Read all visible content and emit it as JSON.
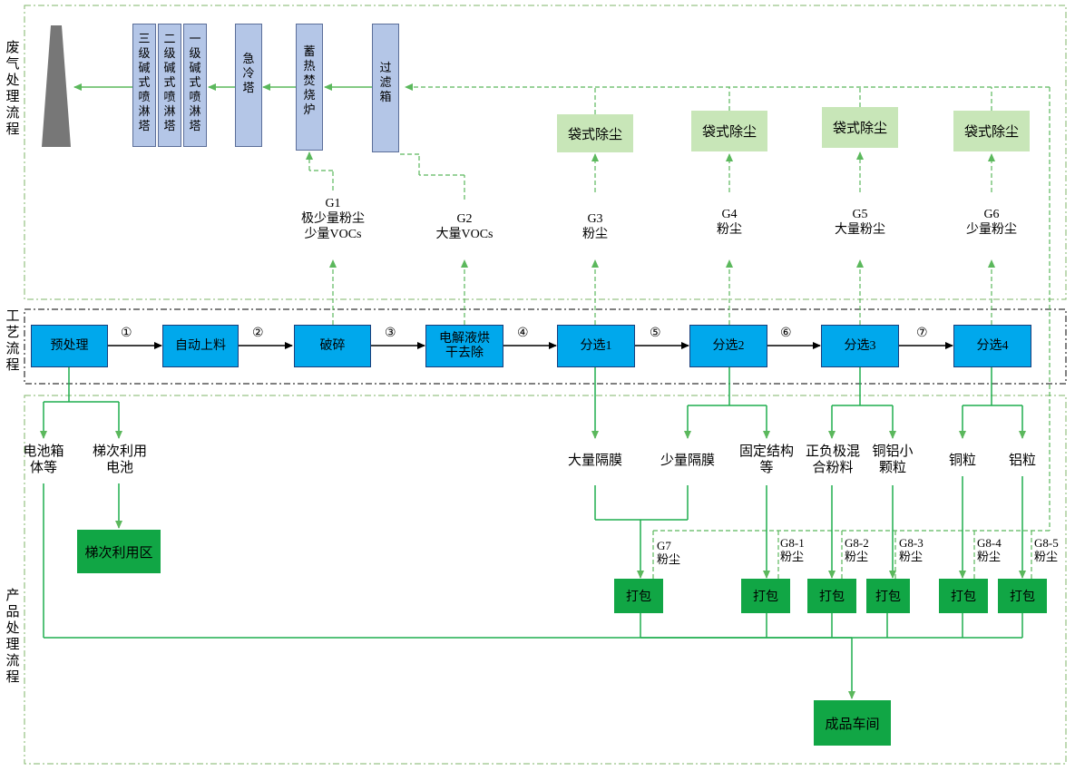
{
  "sections": {
    "waste_gas": "废气处理流程",
    "process": "工艺流程",
    "product": "产品处理流程"
  },
  "process_steps": [
    "预处理",
    "自动上料",
    "破碎",
    "电解液烘干去除",
    "分选1",
    "分选2",
    "分选3",
    "分选4"
  ],
  "step_numbers": [
    "①",
    "②",
    "③",
    "④",
    "⑤",
    "⑥",
    "⑦"
  ],
  "towers": [
    "三级碱式喷淋塔",
    "二级碱式喷淋塔",
    "一级碱式喷淋塔",
    "急冷塔",
    "蓄热焚烧炉",
    "过滤箱"
  ],
  "dust_collectors": [
    "袋式除尘",
    "袋式除尘",
    "袋式除尘",
    "袋式除尘"
  ],
  "emissions": [
    {
      "id": "G1",
      "desc": "极少量粉尘",
      "desc2": "少量VOCs"
    },
    {
      "id": "G2",
      "desc": "大量VOCs"
    },
    {
      "id": "G3",
      "desc": "粉尘"
    },
    {
      "id": "G4",
      "desc": "粉尘"
    },
    {
      "id": "G5",
      "desc": "大量粉尘"
    },
    {
      "id": "G6",
      "desc": "少量粉尘"
    }
  ],
  "products": {
    "battery_case": "电池箱体等",
    "cascade_battery": "梯次利用电池",
    "cascade_area": "梯次利用区",
    "large_separator": "大量隔膜",
    "small_separator": "少量隔膜",
    "fixed_structure": "固定结构等",
    "cathode_anode_powder": "正负极混合粉料",
    "cu_al_particles": "铜铝小颗粒",
    "copper": "铜粒",
    "aluminum": "铝粒",
    "finished_workshop": "成品车间"
  },
  "packing": [
    "打包",
    "打包",
    "打包",
    "打包",
    "打包",
    "打包"
  ],
  "g8": [
    {
      "id": "G7",
      "desc": "粉尘"
    },
    {
      "id": "G8-1",
      "desc": "粉尘"
    },
    {
      "id": "G8-2",
      "desc": "粉尘"
    },
    {
      "id": "G8-3",
      "desc": "粉尘"
    },
    {
      "id": "G8-4",
      "desc": "粉尘"
    },
    {
      "id": "G8-5",
      "desc": "粉尘"
    }
  ],
  "colors": {
    "process_fill": "#00a8ec",
    "dust_fill": "#c8e6b8",
    "pack_fill": "#11a645",
    "tower_fill": "#b4c6e7",
    "arrow_green": "#5bb85c",
    "stack_gray": "#777777"
  }
}
